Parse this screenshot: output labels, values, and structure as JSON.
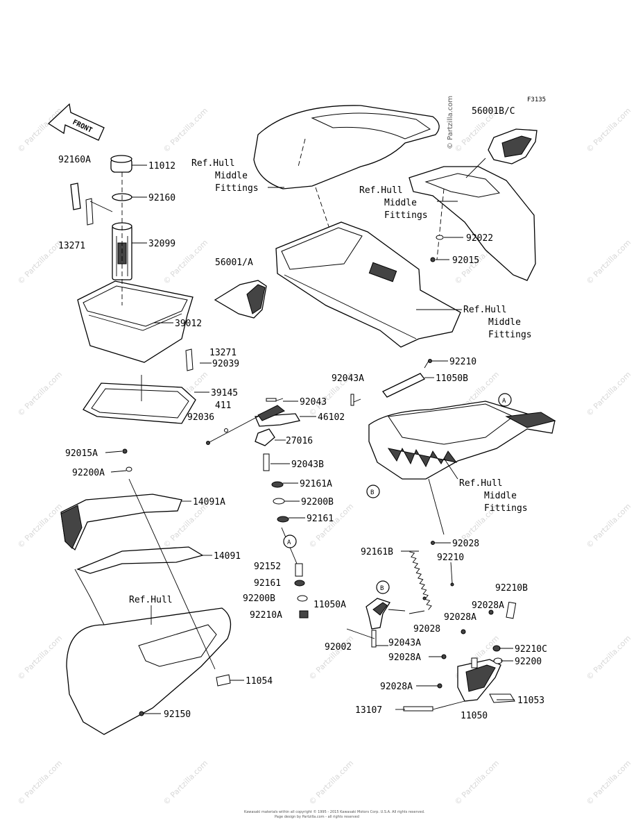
{
  "figure_code": "F3135",
  "watermark": "© Partzilla.com",
  "front_label": "FRONT",
  "circle_markers": {
    "a": "A",
    "b": "B"
  },
  "labels": {
    "p92160A": "92160A",
    "p11012": "11012",
    "p92160": "92160",
    "p13271a": "13271",
    "p32099": "32099",
    "p56001A": "56001/A",
    "p39012": "39012",
    "p13271b": "13271",
    "p92039": "92039",
    "p39145": "39145",
    "p411": "411",
    "p92036": "92036",
    "p92043": "92043",
    "p46102": "46102",
    "p27016": "27016",
    "p92043B": "92043B",
    "p92161A": "92161A",
    "p92200B_a": "92200B",
    "p92161_a": "92161",
    "p92015A": "92015A",
    "p92200A": "92200A",
    "p14091A": "14091A",
    "p14091": "14091",
    "p92152": "92152",
    "p92161_b": "92161",
    "p92200B_b": "92200B",
    "p92210A": "92210A",
    "p11050A": "11050A",
    "p92002": "92002",
    "p11054": "11054",
    "p92150": "92150",
    "p56001BC": "56001B/C",
    "p92022": "92022",
    "p92015": "92015",
    "p92210_a": "92210",
    "p11050B": "11050B",
    "p92043A_a": "92043A",
    "p92028_a": "92028",
    "p92161B": "92161B",
    "p92210_b": "92210",
    "p92028_b": "92028",
    "p92043A_b": "92043A",
    "p92028A_a": "92028A",
    "p92028A_b": "92028A",
    "p92028A_c": "92028A",
    "p92028A_d": "92028A",
    "p92210B": "92210B",
    "p92210C": "92210C",
    "p92200": "92200",
    "p11053": "11053",
    "p13107": "13107",
    "p11050": "11050"
  },
  "ref_labels": {
    "r1": [
      "Ref.Hull",
      "Middle",
      "Fittings"
    ],
    "r2": [
      "Ref.Hull",
      "Middle",
      "Fittings"
    ],
    "r3": [
      "Ref.Hull",
      "Middle",
      "Fittings"
    ],
    "r4": [
      "Ref.Hull",
      "Middle",
      "Fittings"
    ],
    "r5": "Ref.Hull"
  },
  "footer": {
    "line1": "Kawasaki materials within all copyright © 1995 - 2015 Kawasaki Motors Corp. U.S.A. All rights reserved.",
    "line2": "Page design by Partzilla.com - all rights reserved"
  }
}
